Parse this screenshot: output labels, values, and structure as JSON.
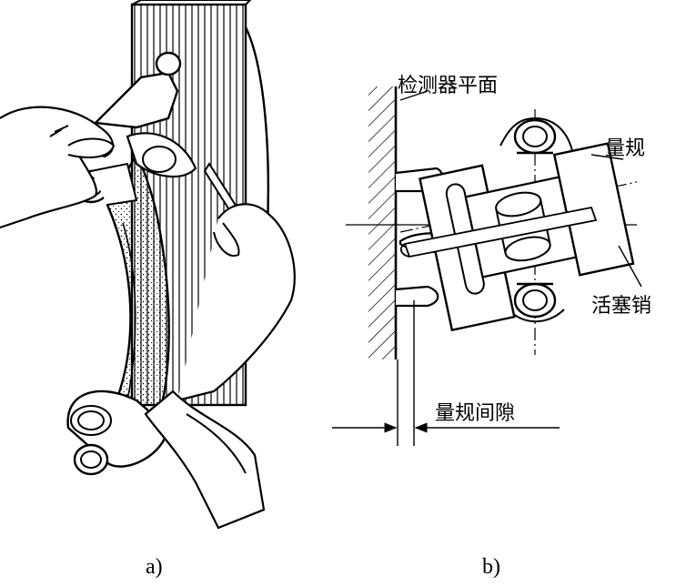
{
  "panels": [
    {
      "id": "a",
      "caption": "a)"
    },
    {
      "id": "b",
      "caption": "b)"
    }
  ],
  "labels": {
    "detector_plane": "检测器平面",
    "gauge": "量规",
    "piston_pin": "活塞销",
    "gauge_gap": "量规间隙"
  },
  "colors": {
    "ink": "#000000",
    "paper": "#ffffff"
  }
}
